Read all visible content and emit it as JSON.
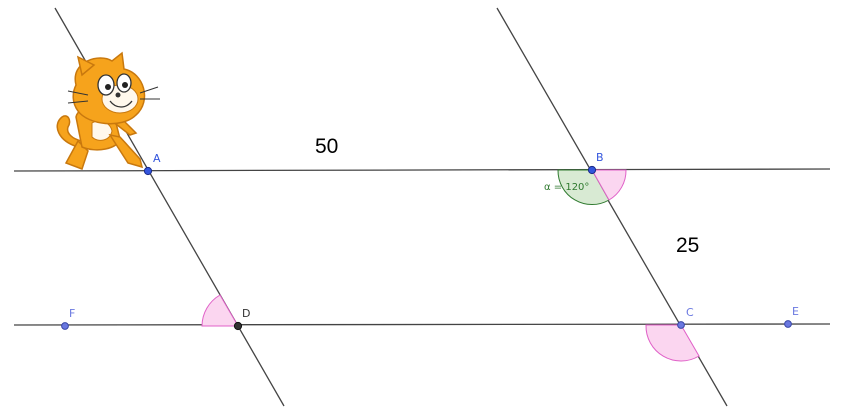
{
  "figure": {
    "points": {
      "A": "A",
      "B": "B",
      "C": "C",
      "D": "D",
      "E": "E",
      "F": "F"
    },
    "lengths": {
      "AB": "50",
      "BC": "25"
    },
    "angle_label": "α = 120°"
  },
  "colors": {
    "line": "#444444",
    "point_blue": "#3355dd",
    "point_lightblue": "#6a78e0",
    "point_dark": "#333333",
    "arc_pink_fill": "#fbd6f0",
    "arc_pink_stroke": "#e060c8",
    "arc_green_fill": "#d8ead3",
    "arc_green_stroke": "#2f7a2f",
    "angle_text": "#2f7a2f",
    "cat_orange": "#f6a31c",
    "cat_orange_dark": "#c8780e"
  },
  "icons": {
    "cat": "scratch-cat-icon"
  }
}
